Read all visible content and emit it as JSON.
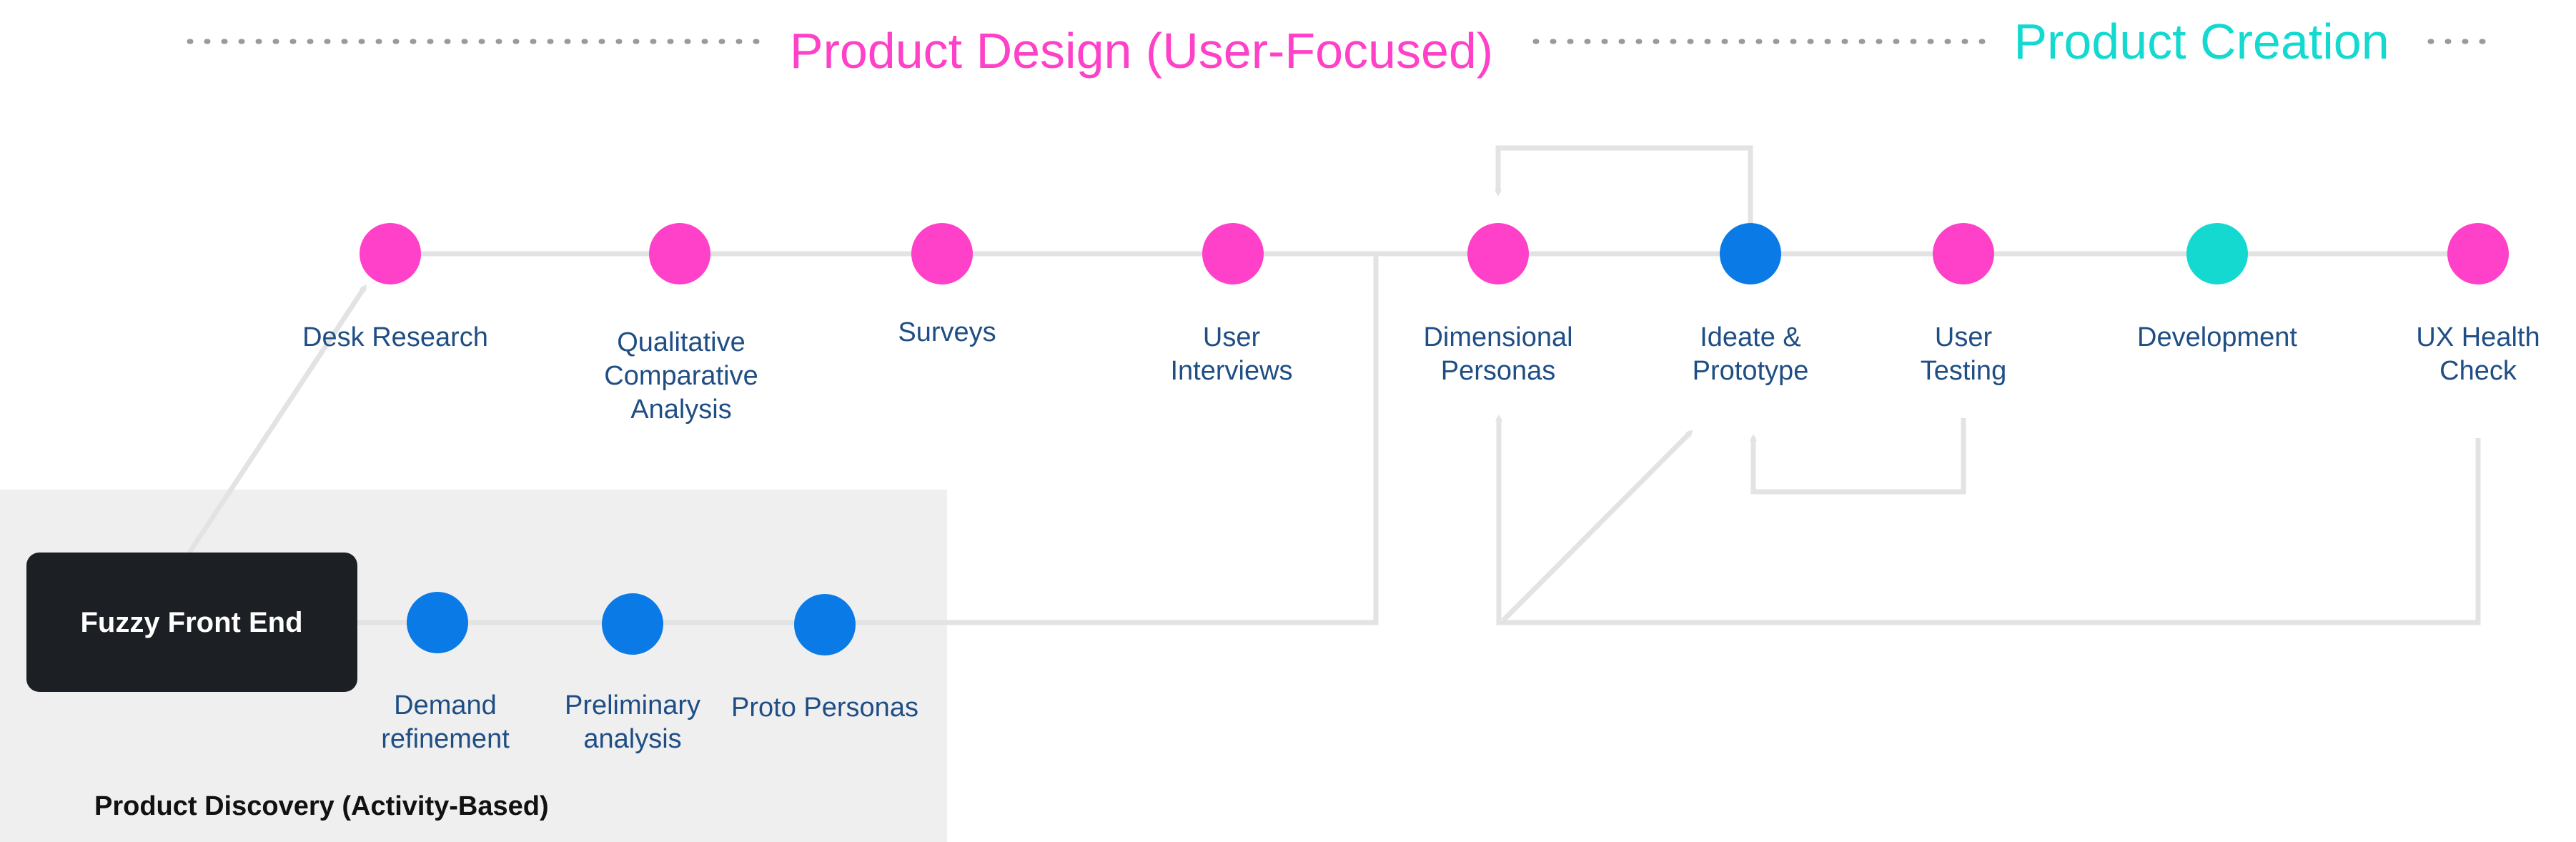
{
  "headers": {
    "design": "Product Design (User-Focused)",
    "creation": "Product Creation"
  },
  "colors": {
    "design": "#ff40c8",
    "creation": "#14d9d0",
    "discovery": "#0a7ae6",
    "connector": "#e3e3e3",
    "text": "#1f4e85",
    "panel": "#efefef",
    "box": "#1c1f24"
  },
  "discovery": {
    "title": "Product Discovery (Activity-Based)",
    "front_end": "Fuzzy Front End",
    "nodes": [
      {
        "lines": [
          "Demand",
          "refinement"
        ],
        "phase": "discovery"
      },
      {
        "lines": [
          "Preliminary",
          "analysis"
        ],
        "phase": "discovery"
      },
      {
        "lines": [
          "Proto Personas"
        ],
        "phase": "discovery"
      }
    ]
  },
  "main": {
    "nodes": [
      {
        "lines": [
          "Desk Research"
        ],
        "phase": "design"
      },
      {
        "lines": [
          "Qualitative",
          "Comparative",
          "Analysis"
        ],
        "phase": "design"
      },
      {
        "lines": [
          "Surveys"
        ],
        "phase": "design"
      },
      {
        "lines": [
          "User",
          "Interviews"
        ],
        "phase": "design"
      },
      {
        "lines": [
          "Dimensional",
          "Personas"
        ],
        "phase": "design"
      },
      {
        "lines": [
          "Ideate &",
          "Prototype"
        ],
        "phase": "discovery"
      },
      {
        "lines": [
          "User",
          "Testing"
        ],
        "phase": "design"
      },
      {
        "lines": [
          "Development"
        ],
        "phase": "creation"
      },
      {
        "lines": [
          "UX Health",
          "Check"
        ],
        "phase": "design"
      }
    ]
  }
}
